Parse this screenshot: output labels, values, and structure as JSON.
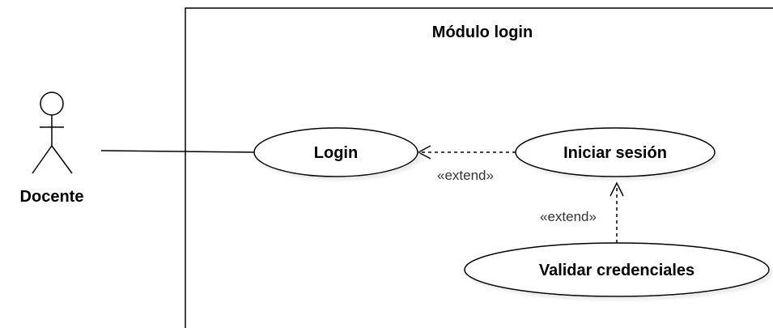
{
  "system": {
    "title": "Módulo login"
  },
  "actor": {
    "name": "Docente",
    "icon": "stick-figure-icon"
  },
  "use_cases": [
    {
      "id": "login",
      "label": "Login"
    },
    {
      "id": "iniciar",
      "label": "Iniciar sesión"
    },
    {
      "id": "validar",
      "label": "Validar credenciales"
    }
  ],
  "relations": [
    {
      "type": "association",
      "from": "actor",
      "to": "login"
    },
    {
      "type": "extend",
      "from": "iniciar",
      "to": "login",
      "label": "«extend»"
    },
    {
      "type": "extend",
      "from": "validar",
      "to": "iniciar",
      "label": "«extend»"
    }
  ],
  "colors": {
    "stroke": "#000000",
    "shadow": "#d9d9d9",
    "fill": "#ffffff"
  }
}
